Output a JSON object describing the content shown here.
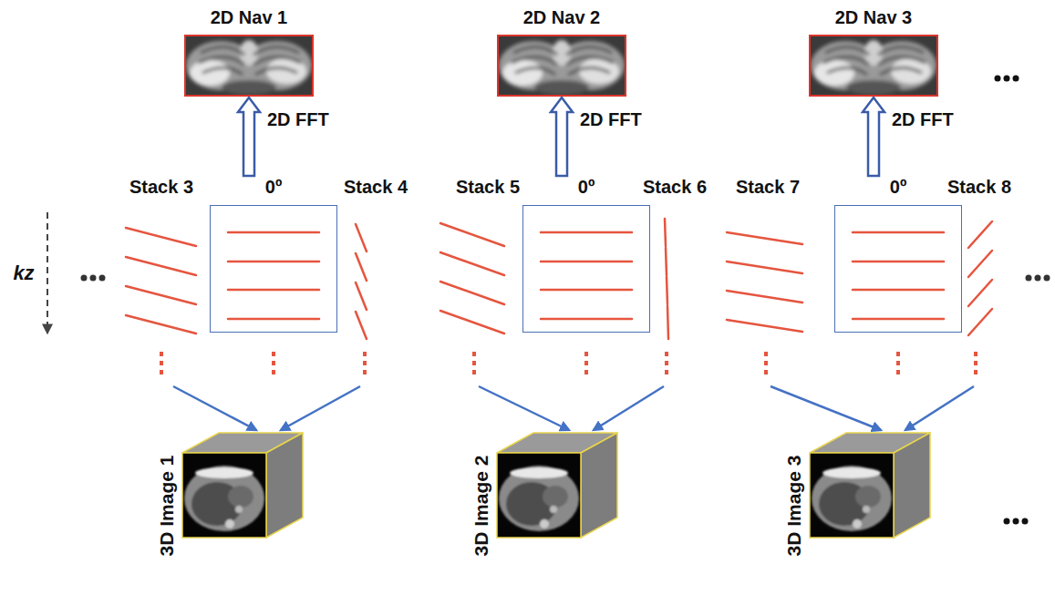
{
  "diagram": {
    "nodes": [
      {
        "text": [
          "2D Nav 1"
        ]
      },
      {
        "text": [
          "2D Nav 2"
        ]
      },
      {
        "text": [
          "2D Nav 3"
        ]
      },
      {
        "text": [
          "0º"
        ]
      },
      {
        "text": [
          "0º"
        ]
      },
      {
        "text": [
          "0º"
        ]
      },
      {
        "text": [
          "3D Image 1"
        ]
      },
      {
        "text": [
          "3D Image 2"
        ]
      },
      {
        "text": [
          "3D Image 3"
        ]
      }
    ],
    "edges": [
      {
        "from": 3,
        "to": 0,
        "label": "2D FFT",
        "arrow": "to"
      },
      {
        "from": 4,
        "to": 1,
        "label": "2D FFT",
        "arrow": "to"
      },
      {
        "from": 5,
        "to": 2,
        "label": "2D FFT",
        "arrow": "to"
      }
    ],
    "labels": [
      "Stack 3",
      "Stack 4",
      "Stack 5",
      "Stack 6",
      "Stack 7",
      "Stack 8",
      "kz"
    ]
  }
}
